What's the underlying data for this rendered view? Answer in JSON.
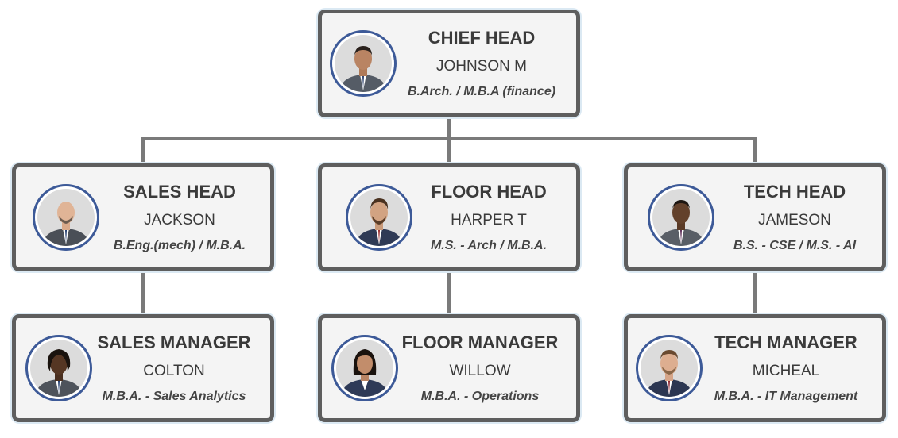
{
  "org_chart": {
    "nodes": [
      {
        "id": "chief",
        "role": "CHIEF HEAD",
        "name": "JOHNSON M",
        "qualification": "B.Arch. / M.B.A (finance)",
        "parent": null,
        "photo_icon": "person-avatar-icon"
      },
      {
        "id": "sales_head",
        "role": "SALES HEAD",
        "name": "JACKSON",
        "qualification": "B.Eng.(mech) / M.B.A.",
        "parent": "chief",
        "photo_icon": "person-avatar-icon"
      },
      {
        "id": "floor_head",
        "role": "FLOOR HEAD",
        "name": "HARPER T",
        "qualification": "M.S. - Arch / M.B.A.",
        "parent": "chief",
        "photo_icon": "person-avatar-icon"
      },
      {
        "id": "tech_head",
        "role": "TECH HEAD",
        "name": "JAMESON",
        "qualification": "B.S. - CSE / M.S. - AI",
        "parent": "chief",
        "photo_icon": "person-avatar-icon"
      },
      {
        "id": "sales_manager",
        "role": "SALES MANAGER",
        "name": "COLTON",
        "qualification": "M.B.A. - Sales Analytics",
        "parent": "sales_head",
        "photo_icon": "person-avatar-icon"
      },
      {
        "id": "floor_manager",
        "role": "FLOOR MANAGER",
        "name": "WILLOW",
        "qualification": "M.B.A. - Operations",
        "parent": "floor_head",
        "photo_icon": "person-avatar-icon"
      },
      {
        "id": "tech_manager",
        "role": "TECH MANAGER",
        "name": "MICHEAL",
        "qualification": "M.B.A. - IT Management",
        "parent": "tech_head",
        "photo_icon": "person-avatar-icon"
      }
    ]
  },
  "colors": {
    "card_border": "#5e5e5e",
    "card_fill": "#f4f4f4",
    "photo_ring": "#3d5a98",
    "connector": "#7a7a7a",
    "text": "#3a3a3a"
  }
}
